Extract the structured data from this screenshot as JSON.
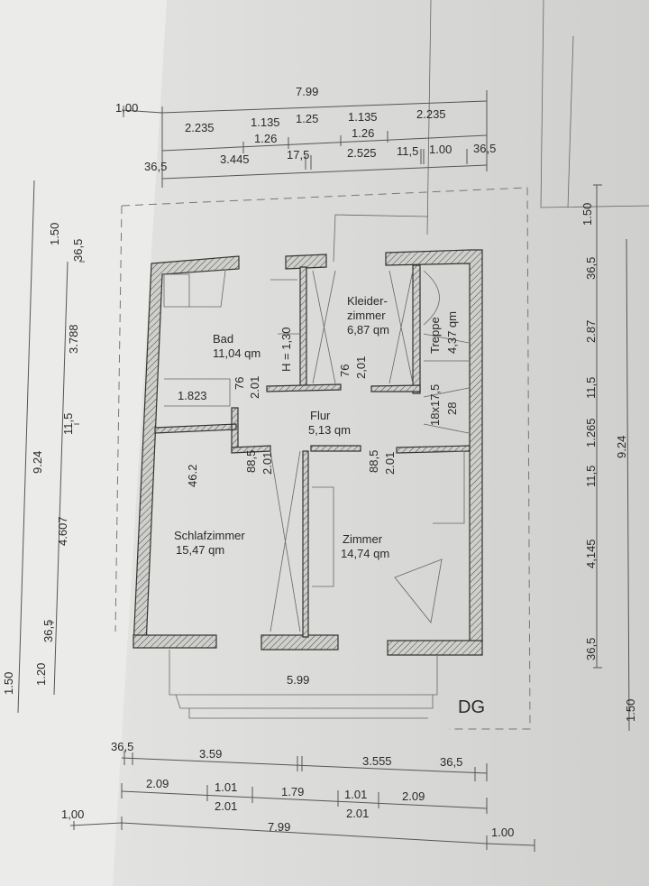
{
  "plan": {
    "level_label": "DG",
    "top_dims": {
      "row1": [
        "1,00",
        "7.99"
      ],
      "row2": [
        "2.235",
        "1.135",
        "1.26",
        "1.25",
        "1.135",
        "1.26",
        "2.235"
      ],
      "row3": [
        "36,5",
        "3.445",
        "17,5",
        "2.525",
        "11,5",
        "1.00",
        "36,5"
      ]
    },
    "bottom_dims": {
      "row1": [
        "36,5",
        "3.59",
        "3.555",
        "36,5"
      ],
      "row2": [
        "2.09",
        "1.01",
        "2.01",
        "1.79",
        "1.01",
        "2.01",
        "2.09"
      ],
      "row3": [
        "1,00",
        "7.99",
        "1.00"
      ]
    },
    "left_dims": {
      "outer": [
        "1.50",
        "9.24",
        "1.50"
      ],
      "inner": [
        "36,5",
        "3.788",
        "11,5",
        "4.607",
        "36,5",
        "1.20"
      ]
    },
    "right_dims": {
      "outer": [
        "1.50",
        "9.24",
        "1.50"
      ],
      "inner": [
        "36,5",
        "2.87",
        "11,5",
        "1.265",
        "11,5",
        "4,145",
        "36,5"
      ]
    },
    "rooms": [
      {
        "name": "Bad",
        "area": "11,04 qm"
      },
      {
        "name": "Kleider-",
        "name2": "zimmer",
        "area": "6,87 qm"
      },
      {
        "name": "Treppe",
        "area": "4,37 qm"
      },
      {
        "name": "Flur",
        "area": "5,13 qm"
      },
      {
        "name": "Schlafzimmer",
        "area": "15,47 qm"
      },
      {
        "name": "Zimmer",
        "area": "14,74 qm"
      }
    ],
    "annotations": {
      "bath_height": "H = 1,30",
      "bath_width": "1.823",
      "door_bad": [
        "76",
        "2.01"
      ],
      "door_kleider": [
        "76",
        "2,01"
      ],
      "door_schlaf": [
        "88,5",
        "2.01"
      ],
      "door_zimmer": [
        "88,5",
        "2.01"
      ],
      "stairs": [
        "18x17,5",
        "28"
      ],
      "wall_46": "46.2",
      "balcony_width": "5.99"
    }
  }
}
